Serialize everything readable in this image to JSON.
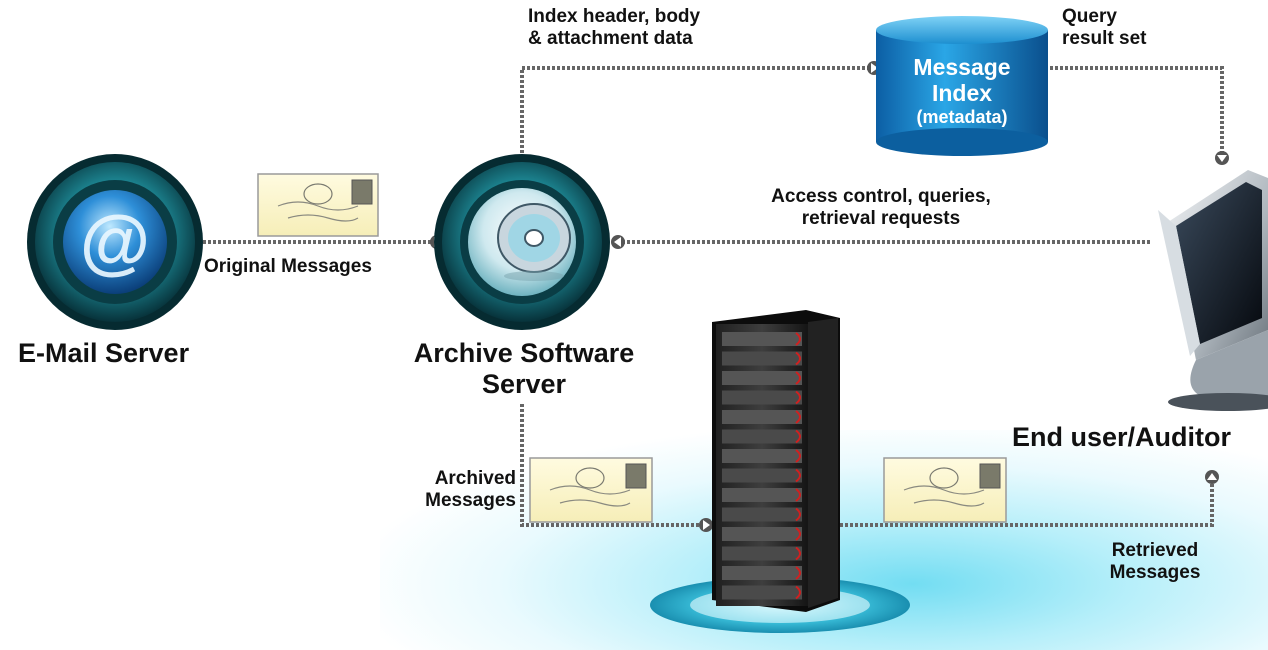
{
  "nodes": {
    "email_server": {
      "label": "E-Mail Server"
    },
    "archive_server": {
      "label_lines": [
        "Archive Software",
        "Server"
      ]
    },
    "message_index": {
      "label_lines": [
        "Message",
        "Index",
        "(metadata)"
      ]
    },
    "end_user": {
      "label": "End user/Auditor"
    },
    "storage": {
      "label": ""
    }
  },
  "edges": {
    "original": {
      "label": "Original Messages"
    },
    "index_data": {
      "label_lines": [
        "Index header, body",
        "& attachment data"
      ]
    },
    "query_result": {
      "label_lines": [
        "Query",
        "result set"
      ]
    },
    "access": {
      "label_lines": [
        "Access control, queries,",
        "retrieval requests"
      ]
    },
    "archived": {
      "label_lines": [
        "Archived",
        "Messages"
      ]
    },
    "retrieved": {
      "label_lines": [
        "Retrieved",
        "Messages"
      ]
    }
  },
  "colors": {
    "connector": "#666666",
    "teal_dark": "#0d4a52",
    "teal_mid": "#1b7b89",
    "cylinder": "#1a89c9",
    "glow": "#6fd8ef"
  }
}
